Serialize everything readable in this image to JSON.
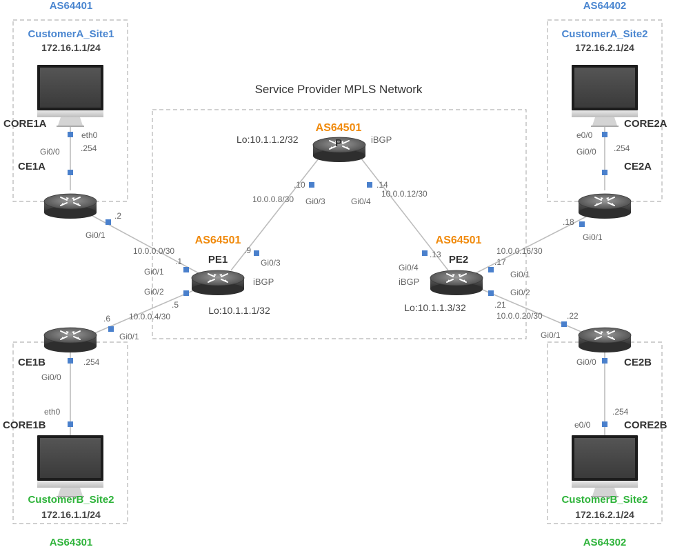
{
  "diagram": {
    "title": "Service Provider MPLS Network"
  },
  "sites": {
    "top_left": {
      "as": "AS64401",
      "name": "CustomerA_Site1",
      "subnet": "172.16.1.1/24"
    },
    "top_right": {
      "as": "AS64402",
      "name": "CustomerA_Site2",
      "subnet": "172.16.2.1/24"
    },
    "bottom_left": {
      "as": "AS64301",
      "name": "CustomerB_Site2",
      "subnet": "172.16.1.1/24"
    },
    "bottom_right": {
      "as": "AS64302",
      "name": "CustomerB_Site2",
      "subnet": "172.16.2.1/24"
    }
  },
  "devices": {
    "core1a": "CORE1A",
    "ce1a": "CE1A",
    "ce1b": "CE1B",
    "core1b": "CORE1B",
    "core2a": "CORE2A",
    "ce2a": "CE2A",
    "ce2b": "CE2B",
    "core2b": "CORE2B"
  },
  "routers": {
    "p": {
      "as": "AS64501",
      "name": "P",
      "loopback": "Lo:10.1.1.2/32",
      "protocol": "iBGP"
    },
    "pe1": {
      "as": "AS64501",
      "name": "PE1",
      "loopback": "Lo:10.1.1.1/32",
      "protocol": "iBGP"
    },
    "pe2": {
      "as": "AS64501",
      "name": "PE2",
      "loopback": "Lo:10.1.1.3/32",
      "protocol": "iBGP"
    }
  },
  "labels": {
    "l1": "eth0",
    "l2": "Gi0/0",
    "l3": ".254",
    "l4": ".2",
    "l5": "Gi0/1",
    "l6": "10.0.0.0/30",
    "l7": ".1",
    "l8": "Gi0/1",
    "l9": "Gi0/2",
    "l10": ".5",
    "l11": "10.0.0.4/30",
    "l12": ".6",
    "l13": "Gi0/1",
    "l14": ".254",
    "l15": "Gi0/0",
    "l16": "eth0",
    "l17": "10.0.0.8/30",
    "l18": ".10",
    "l19": "Gi0/3",
    "l20": ".9",
    "l21": "Gi0/3",
    "l22": ".14",
    "l23": "10.0.0.12/30",
    "l24": "Gi0/4",
    "l25": ".13",
    "l26": "Gi0/4",
    "l27": "10.0.0.16/30",
    "l28": ".17",
    "l29": "Gi0/1",
    "l30": "Gi0/2",
    "l31": ".21",
    "l32": "10.0.0.20/30",
    "l33": ".18",
    "l34": "Gi0/1",
    "l35": ".22",
    "l36": "Gi0/1",
    "l37": "e0/0",
    "l38": "Gi0/0",
    "l39": ".254",
    "l40": "Gi0/0",
    "l41": ".254",
    "l42": "e0/0"
  },
  "colors": {
    "customer_a": "#4a86d0",
    "customer_b": "#2eb33a",
    "provider": "#f08a0c",
    "port": "#4a80cc"
  },
  "icons": [
    "monitor-icon",
    "router-icon"
  ]
}
